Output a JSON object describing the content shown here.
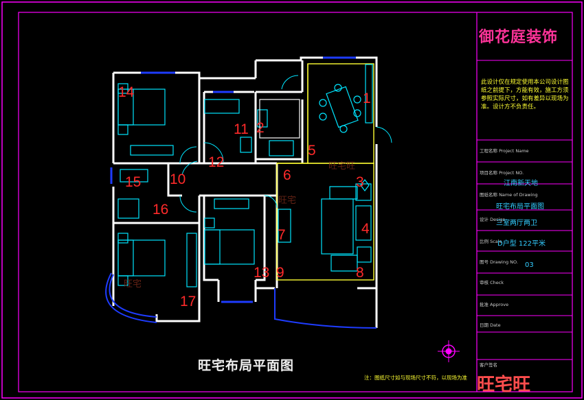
{
  "title_block": {
    "company": "御花庭装饰",
    "design_note": "此设计仅在规定使用本公司设计图纸之前提下，方能有效，施工方须参照实际尺寸，如有差异以现场为准。设计方不负责任。",
    "fields": [
      {
        "label": "工程名称 Project Name",
        "value": ""
      },
      {
        "label": "项目名称 Project NO.",
        "value": "江南新天地"
      },
      {
        "label": "图纸名称 Name of Drawing",
        "value": "旺宅布局平面图"
      },
      {
        "label": "设计 Design",
        "value": "三室两厅两卫"
      },
      {
        "label": "比例 Scale",
        "value": "D户型 122平米"
      },
      {
        "label": "图号 Drawing NO.",
        "value": "03"
      },
      {
        "label": "审核 Check",
        "value": ""
      },
      {
        "label": "批准 Approve",
        "value": ""
      },
      {
        "label": "日期 Date",
        "value": ""
      }
    ],
    "footer_label": "客户签名"
  },
  "plan": {
    "title": "旺宅布局平面图",
    "footnote": "注：图纸尺寸如与现场尺寸不符，以现场为准",
    "watermark": "旺宅旺",
    "room_numbers": [
      {
        "n": "1"
      },
      {
        "n": "2"
      },
      {
        "n": "3"
      },
      {
        "n": "4"
      },
      {
        "n": "5"
      },
      {
        "n": "6"
      },
      {
        "n": "7"
      },
      {
        "n": "8"
      },
      {
        "n": "9"
      },
      {
        "n": "10"
      },
      {
        "n": "11"
      },
      {
        "n": "12"
      },
      {
        "n": "13"
      },
      {
        "n": "14"
      },
      {
        "n": "15"
      },
      {
        "n": "16"
      },
      {
        "n": "17"
      }
    ],
    "inline_watermarks": [
      "旺宅",
      "旺宅旺",
      "旺宅"
    ]
  },
  "colors": {
    "frame": "#ff00ff",
    "wall": "#ffffff",
    "window": "#1e3cff",
    "fixture": "#00e5ff",
    "zone": "#ffff33",
    "number": "#ff2a2a",
    "title_text": "#ff3399"
  }
}
